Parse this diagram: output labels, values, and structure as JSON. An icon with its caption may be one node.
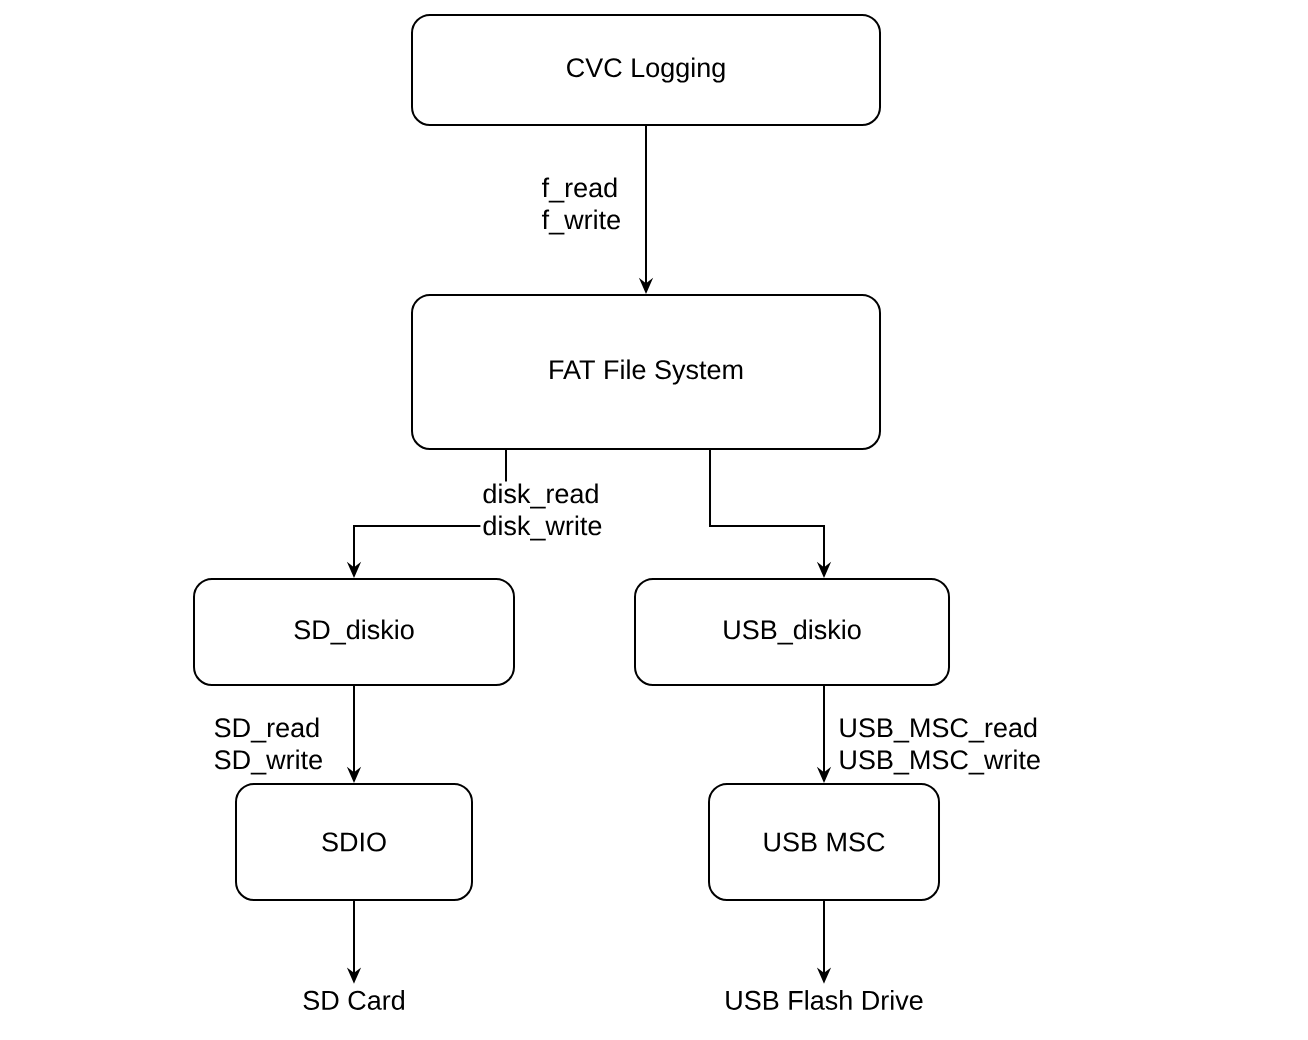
{
  "diagram": {
    "nodes": [
      {
        "text": [
          "CVC Logging"
        ]
      },
      {
        "text": [
          "FAT File System"
        ]
      },
      {
        "text": [
          "SD_diskio"
        ]
      },
      {
        "text": [
          "USB_diskio"
        ]
      },
      {
        "text": [
          "SDIO"
        ]
      },
      {
        "text": [
          "USB MSC"
        ]
      },
      {
        "text": [
          "SD Card"
        ]
      },
      {
        "text": [
          "USB Flash Drive"
        ]
      }
    ],
    "edges": [
      {
        "from": 0,
        "to": 1,
        "arrow": "to",
        "label": "f_read f_write"
      },
      {
        "from": 1,
        "to": 2,
        "arrow": "to",
        "label": "disk_read disk_write"
      },
      {
        "from": 1,
        "to": 3,
        "arrow": "to"
      },
      {
        "from": 2,
        "to": 4,
        "arrow": "to",
        "label": "SD_read SD_write"
      },
      {
        "from": 3,
        "to": 5,
        "arrow": "to",
        "label": "USB_MSC_read USB_MSC_write"
      },
      {
        "from": 4,
        "to": 6,
        "arrow": "to"
      },
      {
        "from": 5,
        "to": 7,
        "arrow": "to"
      }
    ]
  }
}
